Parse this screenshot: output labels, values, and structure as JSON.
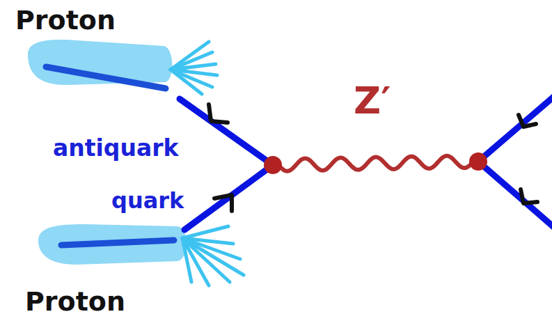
{
  "diagram": {
    "labels": [
      "Proton",
      "antiquark",
      "quark",
      "Z′",
      "Proton"
    ]
  }
}
